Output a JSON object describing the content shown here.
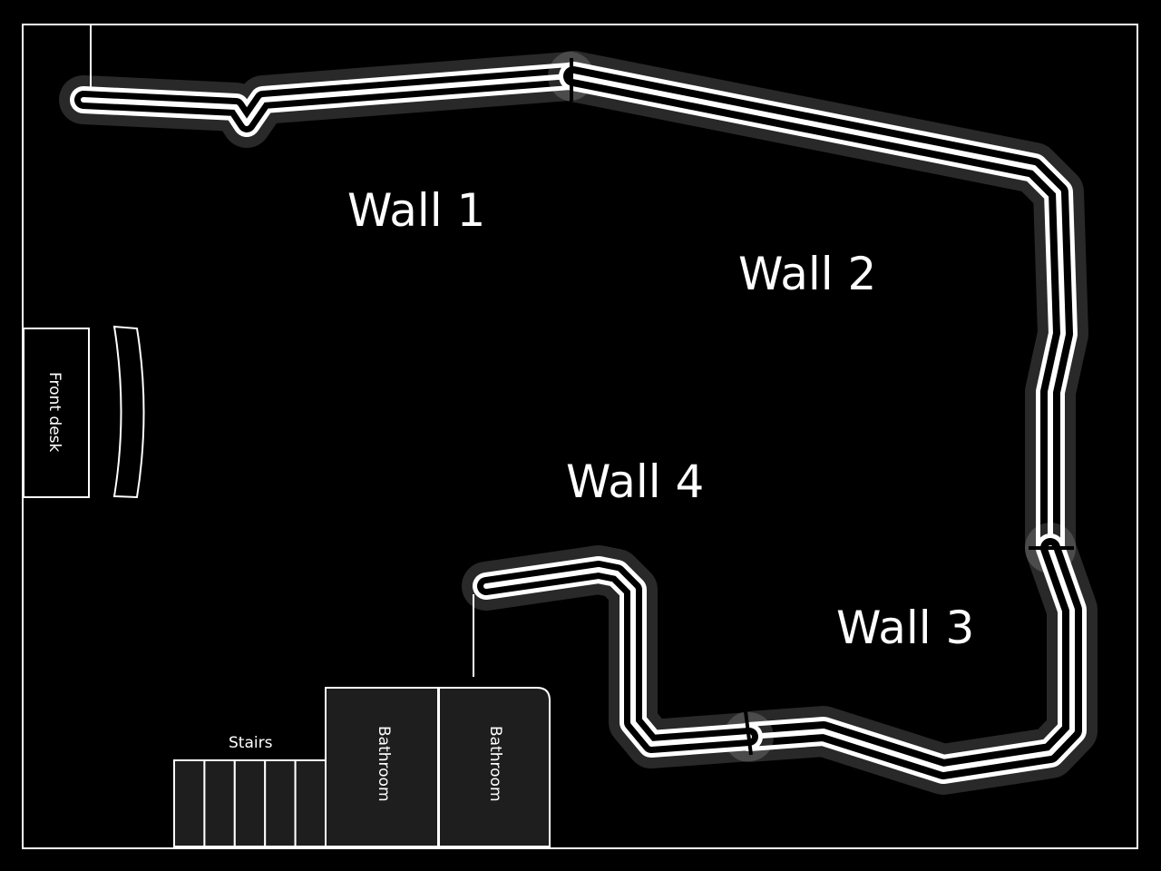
{
  "walls": [
    {
      "id": "wall-1",
      "label": "Wall 1"
    },
    {
      "id": "wall-2",
      "label": "Wall 2"
    },
    {
      "id": "wall-3",
      "label": "Wall 3"
    },
    {
      "id": "wall-4",
      "label": "Wall 4"
    }
  ],
  "front_desk": {
    "label": "Front desk"
  },
  "stairs": {
    "label": "Stairs",
    "step_count": 5
  },
  "bathrooms": [
    {
      "label": "Bathroom"
    },
    {
      "label": "Bathroom"
    }
  ],
  "colors": {
    "background": "#000000",
    "line": "#ffffff",
    "room_fill": "#1e1e1e"
  }
}
